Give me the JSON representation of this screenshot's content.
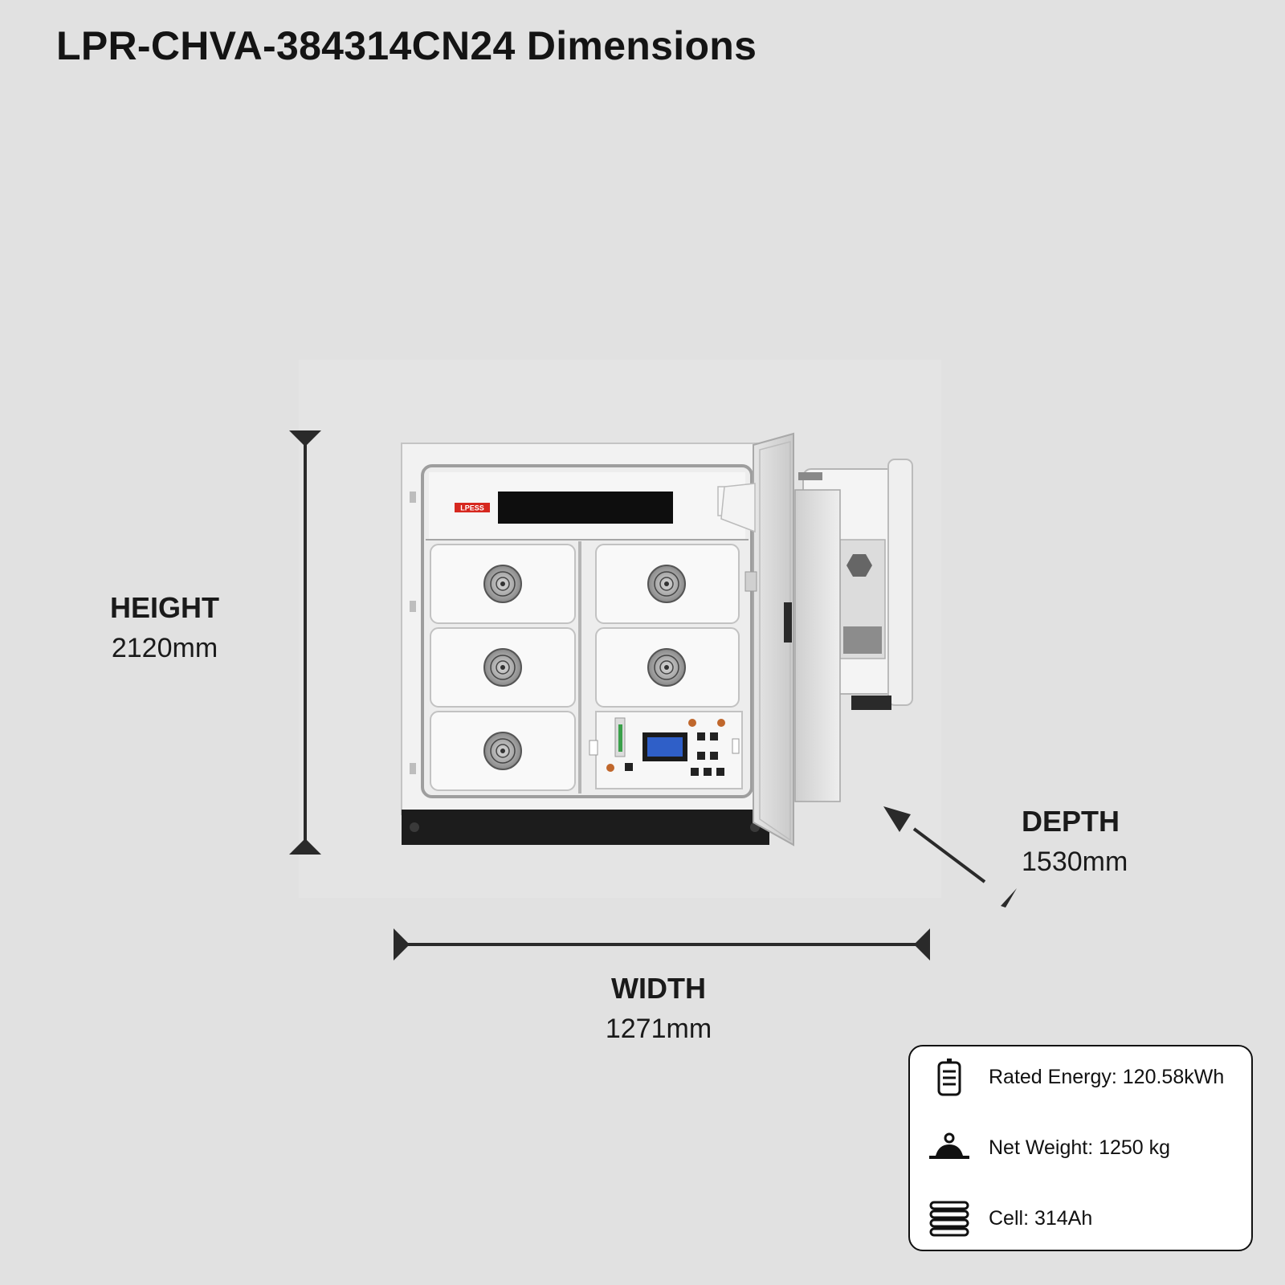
{
  "title": "LPR-CHVA-384314CN24 Dimensions",
  "dimensions": {
    "height": {
      "label": "HEIGHT",
      "value": "2120mm"
    },
    "width": {
      "label": "WIDTH",
      "value": "1271mm"
    },
    "depth": {
      "label": "DEPTH",
      "value": "1530mm"
    }
  },
  "brand": "LPESS",
  "specs": [
    {
      "icon": "battery-icon",
      "text": "Rated Energy: 120.58kWh"
    },
    {
      "icon": "weight-icon",
      "text": "Net Weight: 1250 kg"
    },
    {
      "icon": "cell-stack-icon",
      "text": "Cell: 314Ah"
    }
  ],
  "colors": {
    "background": "#e1e1e1",
    "cabinet": "#f2f2f2",
    "base": "#1c1c1c",
    "brand": "#d6281f",
    "display": "#2f5fc8"
  }
}
